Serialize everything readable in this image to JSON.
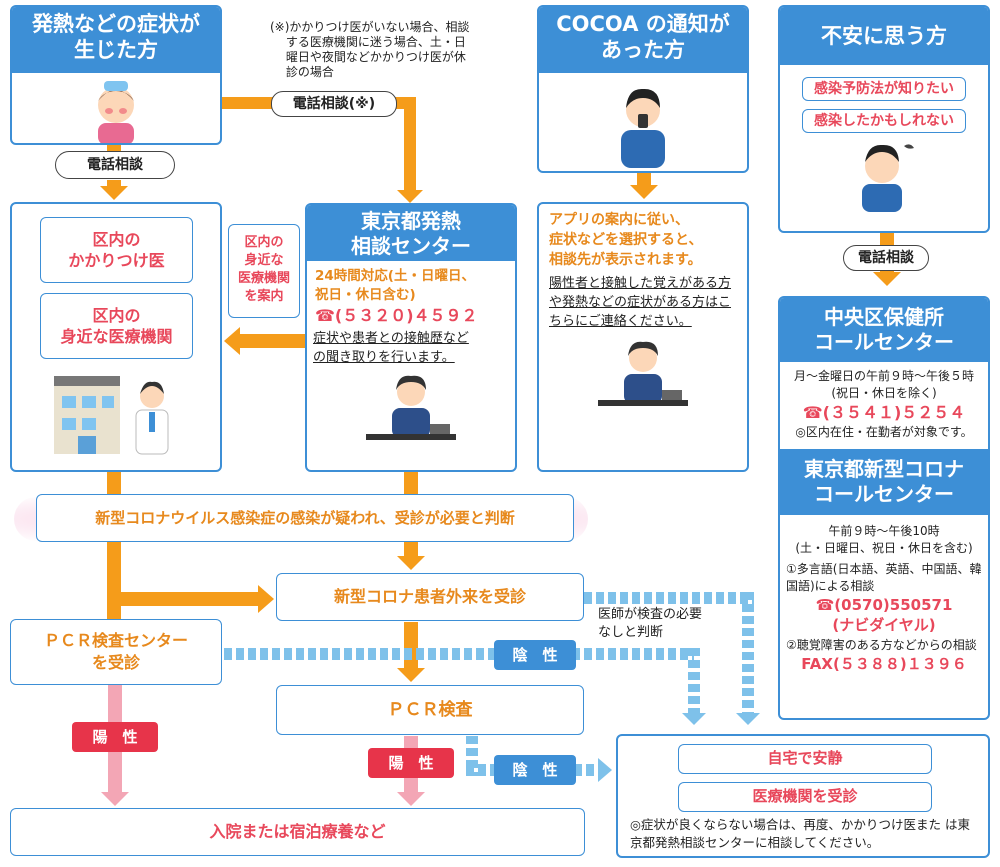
{
  "fever": {
    "title": "発熱などの症状が\n生じた方",
    "call": "電話相談"
  },
  "note": "(※)かかりつけ医がいない場合、相談\n　 する医療機関に迷う場合、土・日\n　 曜日や夜間などかかりつけ医が休\n　 診の場合",
  "phone_consult_note": "電話相談(※)",
  "cocoa": {
    "title": "COCOA の通知が\nあった方",
    "text1": "アプリの案内に従い、\n症状などを選択すると、\n相談先が表示されます。",
    "text2": "陽性者と接触した覚えがある方や発熱などの症状がある方はこちらにご連絡ください。"
  },
  "anxious": {
    "title": "不安に思う方",
    "tag1": "感染予防法が知りたい",
    "tag2": "感染したかもしれない",
    "call": "電話相談"
  },
  "left": {
    "item1": "区内の\nかかりつけ医",
    "item2": "区内の\n身近な医療機関"
  },
  "guide": "区内の\n身近な\n医療機関\nを案内",
  "center": {
    "title": "東京都発熱\n相談センター",
    "hours": "24時間対応(土・日曜日、\n祝日・休日含む)",
    "tel": "☎(５３２０)４５９２",
    "text": "症状や患者との接触歴など\nの聞き取りを行います。"
  },
  "health": {
    "title": "中央区保健所\nコールセンター",
    "hours": "月～金曜日の午前９時～午後５時\n(祝日・休日を除く)",
    "tel": "☎(３５４１)５２５４",
    "note": "◎区内在住・在勤者が対象です。"
  },
  "tokyo": {
    "title": "東京都新型コロナ\nコールセンター",
    "hours": "午前９時～午後10時\n(土・日曜日、祝日・休日を含む)",
    "multi": "①多言語(日本語、英語、中国語、韓国語)による相談",
    "tel": "☎(0570)550571\n(ナビダイヤル)",
    "fax_label": "②聴覚障害のある方などからの相談",
    "fax": "FAX(５３８８)１３９６"
  },
  "judgement": "新型コロナウイルス感染症の感染が疑われ、受診が必要と判断",
  "outpatient": "新型コロナ患者外来を受診",
  "doctor_note": "医師が検査の必要\nなしと判断",
  "pcr_center": "ＰＣＲ検査センター\nを受診",
  "pcr": "ＰＣＲ検査",
  "negative": "陰　性",
  "positive": "陽　性",
  "hospital": "入院または宿泊療養など",
  "home": {
    "item1": "自宅で安静",
    "item2": "医療機関を受診",
    "note": "◎症状が良くならない場合は、再度、かかりつけ医また は東京都発熱相談センターに相談してください。"
  },
  "colors": {
    "blue": "#3d8fd6",
    "orange": "#f59c1a",
    "red": "#e8485b",
    "lightblue": "#7ec1ea"
  }
}
